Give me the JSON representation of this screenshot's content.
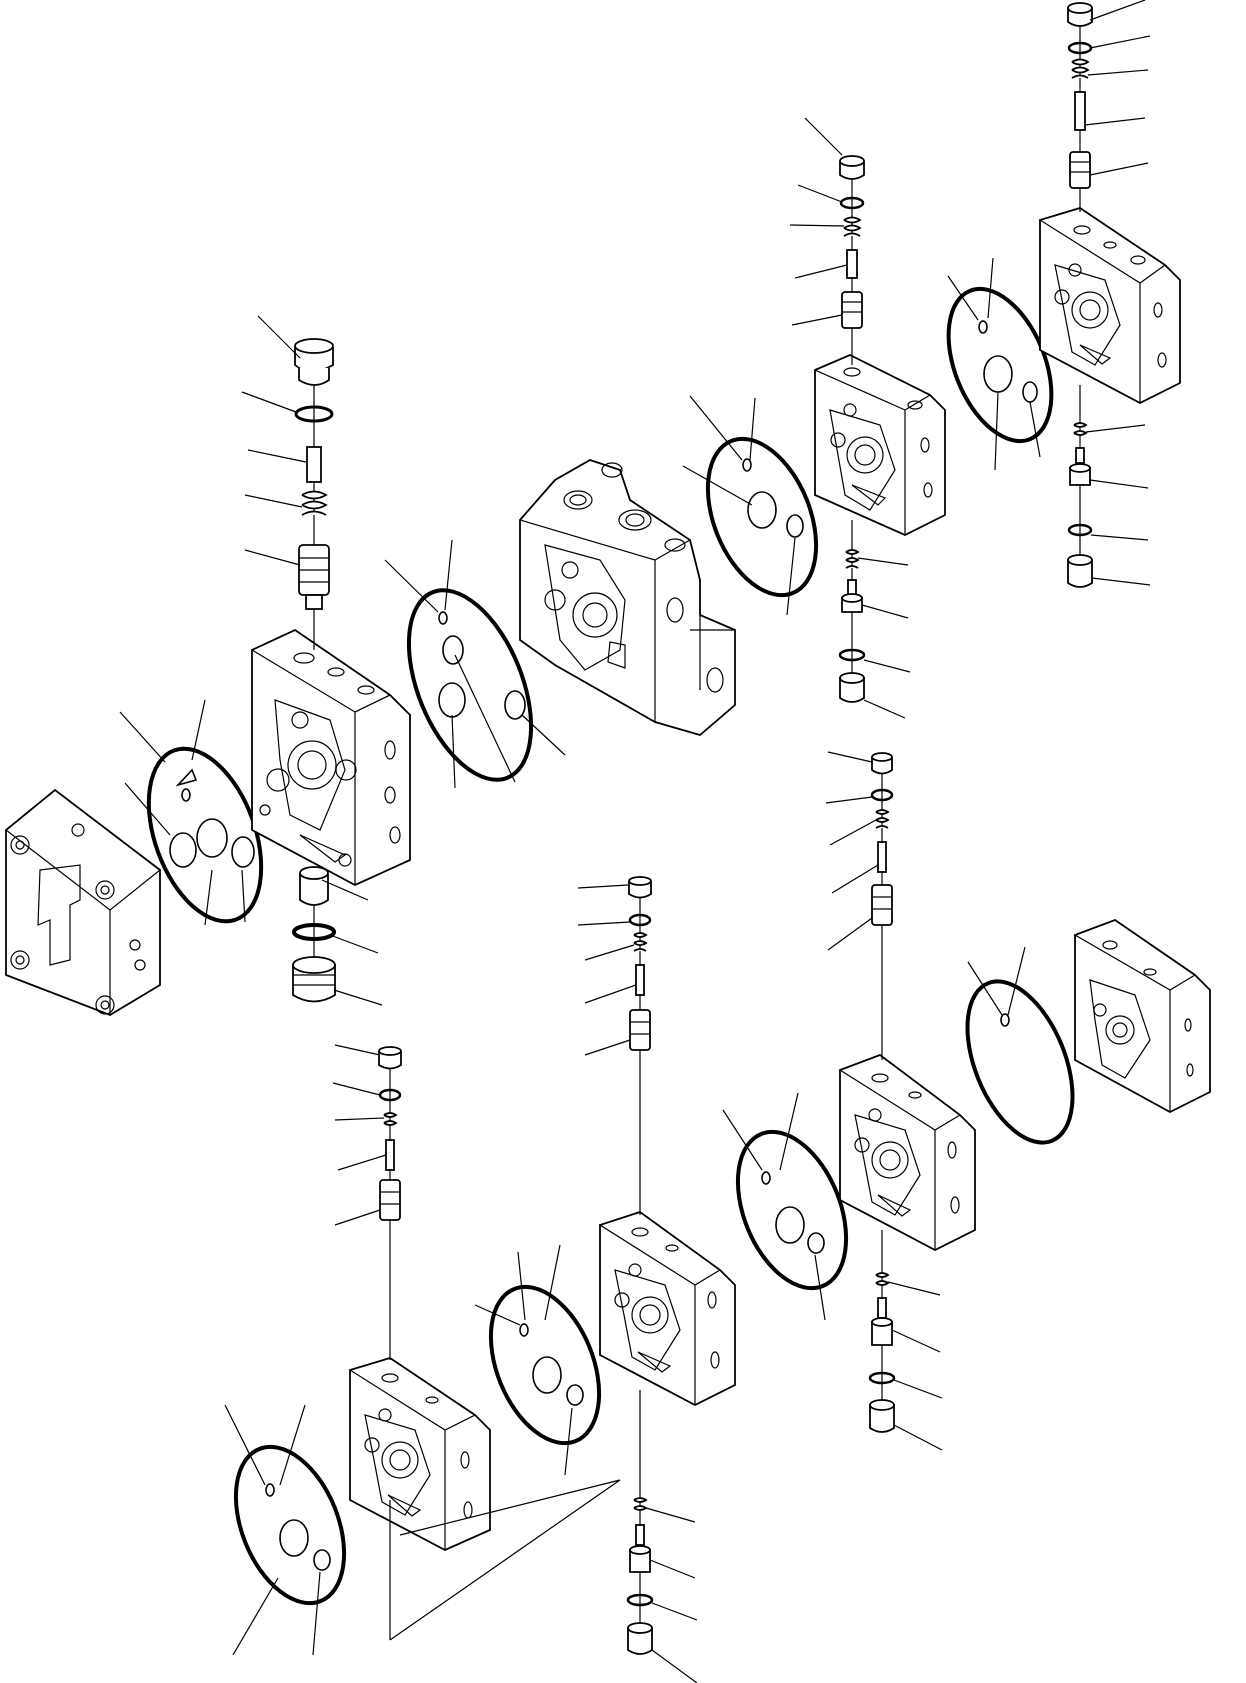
{
  "drawing": {
    "kind": "exploded-parts-diagram",
    "subject": "control-valve-sections",
    "valve_sections": 7,
    "seal_plates": 7,
    "spool_stacks": 8,
    "line_color": "#000000",
    "background": "#ffffff"
  }
}
